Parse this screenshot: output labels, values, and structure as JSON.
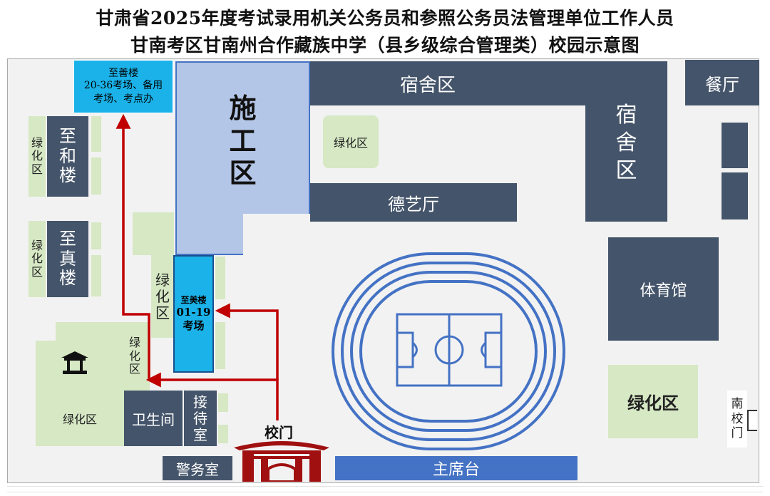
{
  "title": {
    "line1": "甘肃省2025年度考试录用机关公务员和参照公务员法管理单位工作人员",
    "line2": "甘南考区甘南州合作藏族中学（县乡级综合管理类）校园示意图"
  },
  "buildings": {
    "zhishan": {
      "name": "至善楼",
      "desc": "20-36考场、备用考场、考点办"
    },
    "shigong": "施工区",
    "dorm_top": "宿舍区",
    "dorm_right": "宿舍区",
    "canteen": "餐厅",
    "deyi": "德艺厅",
    "tiyuguan": "体育馆",
    "zhihe": "至和楼",
    "zhizhen": "至真楼",
    "zhimei": {
      "name": "至美楼",
      "range": "01-19",
      "suffix": "考场"
    },
    "restroom": "卫生间",
    "reception": "接待室",
    "police": "警务室",
    "gate": "校门",
    "south_gate": "南校门",
    "podium": "主席台"
  },
  "greens": {
    "zhihe_left": "绿化区",
    "zhizhen_left": "绿化区",
    "mid_left": "绿化区",
    "pavilion_right": "绿化区",
    "pavilion_bottom": "绿化区",
    "center": "绿化区",
    "bottom_right": "绿化区"
  },
  "colors": {
    "building": "#44546a",
    "green": "#d6e8c4",
    "exam_building": "#1ab2e8",
    "construction": "#b4c6e7",
    "track": "#4472c4",
    "route_arrow": "#c00000",
    "gate": "#a01010"
  },
  "icons": [
    "pavilion-icon",
    "school-gate-icon",
    "soccer-field-icon",
    "route-arrow-icon"
  ]
}
